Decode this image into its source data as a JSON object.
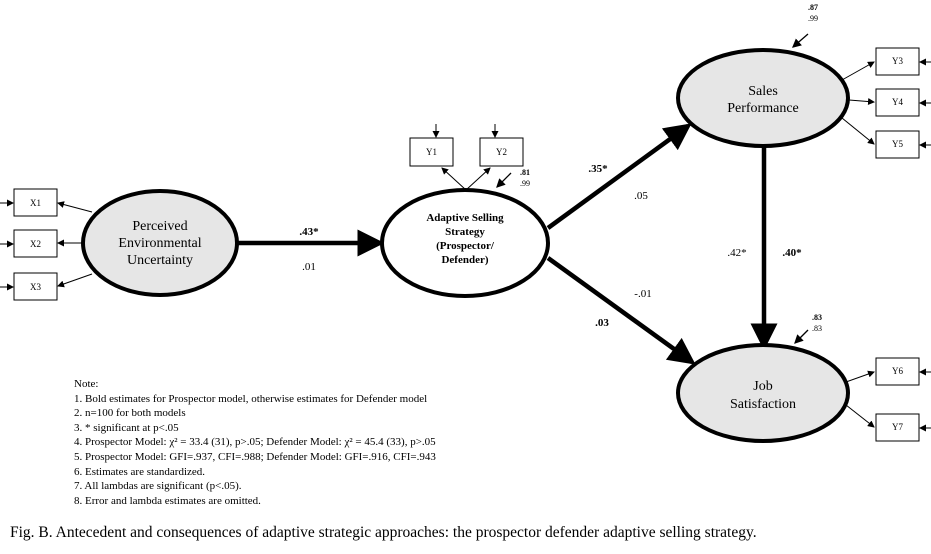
{
  "nodes": {
    "peu": {
      "lines": [
        "Perceived",
        "Environmental",
        "Uncertainty"
      ]
    },
    "ass": {
      "lines": [
        "Adaptive Selling",
        "Strategy",
        "(Prospector/",
        "Defender)"
      ]
    },
    "sp": {
      "lines": [
        "Sales",
        "Performance"
      ]
    },
    "js": {
      "lines": [
        "Job",
        "Satisfaction"
      ]
    }
  },
  "indicators": {
    "x1": "X1",
    "x2": "X2",
    "x3": "X3",
    "y1": "Y1",
    "y2": "Y2",
    "y3": "Y3",
    "y4": "Y4",
    "y5": "Y5",
    "y6": "Y6",
    "y7": "Y7"
  },
  "paths": {
    "peu_ass": {
      "prospector": ".43*",
      "defender": ".01"
    },
    "ass_sp": {
      "prospector": ".35*",
      "defender": ".05"
    },
    "ass_js": {
      "prospector": ".03",
      "defender": "-.01"
    },
    "sp_js": {
      "prospector": ".40*",
      "defender": ".42*"
    }
  },
  "errors": {
    "ass": {
      "prospector": ".81",
      "defender": ".99"
    },
    "sp": {
      "prospector": ".87",
      "defender": ".99"
    },
    "js": {
      "prospector": ".83",
      "defender": ".83"
    }
  },
  "notes": {
    "heading": "Note:",
    "items": [
      "1. Bold estimates for Prospector model, otherwise estimates for Defender model",
      "2. n=100 for both models",
      "3. * significant at p<.05",
      "4. Prospector Model: χ² = 33.4 (31), p>.05; Defender Model: χ² = 45.4 (33), p>.05",
      "5. Prospector Model: GFI=.937, CFI=.988; Defender Model: GFI=.916, CFI=.943",
      "6. Estimates are standardized.",
      "7. All lambdas are significant (p<.05).",
      "8. Error and lambda estimates are omitted."
    ]
  },
  "caption": {
    "label": "Fig. B.",
    "text": "Antecedent and consequences of adaptive strategic approaches: the prospector defender adaptive selling strategy."
  },
  "colors": {
    "node_fill": "#e6e6e6",
    "stroke": "#000000"
  }
}
